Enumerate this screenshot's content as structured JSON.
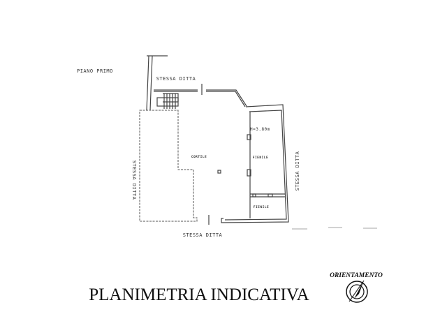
{
  "plan": {
    "floor_label": "PIANO PRIMO",
    "neighbor_top": "STESSA DITTA",
    "neighbor_bottom": "STESSA DITTA",
    "neighbor_left": "STESSA DITTA",
    "neighbor_right": "STESSA DITTA",
    "courtyard": "CORTILE",
    "barn_large": "FIENILE",
    "barn_small": "FIENILE",
    "height_note": "H=3.80m"
  },
  "title": "PLANIMETRIA INDICATIVA",
  "orientation": {
    "label": "ORIENTAMENTO",
    "icon": "compass-north-arrow-icon"
  }
}
